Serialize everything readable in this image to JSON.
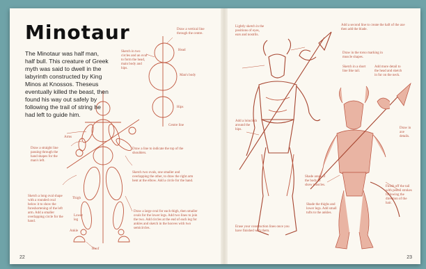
{
  "title": "Minotaur",
  "intro": "The Minotaur was half man, half bull. This creature of Greek myth was said to dwell in the labyrinth constructed by King Minos at Knossos. Theseus eventually killed the beast, then found his way out safely by following the trail of string he had left to guide him.",
  "labels": {
    "arms": "Arms",
    "head": "Head",
    "mans_body": "Man's body",
    "hips": "Hips",
    "centre_line": "Centre line",
    "thigh": "Thigh",
    "lower_leg": "Lower leg",
    "ankle": "Ankle",
    "hoof": "Hoof"
  },
  "notes": {
    "vertical_line": "Draw a vertical line through the centre.",
    "circles": "Sketch in two circles and an oval to form the head, main body and hips.",
    "straight_line": "Draw a straight line passing through the hand shapes for the man's left.",
    "shoulders": "Draw a line to indicate the top of the shoulders.",
    "arms_ovals": "Sketch two ovals, one smaller and overlapping the other, to draw the right arm bent at the elbow. Add a circle for the hand.",
    "long_oval": "Sketch a long oval shape with a rounded oval below it to show the foreshortening of the left arm. Add a smaller overlapping circle for the hand.",
    "thigh_oval": "Draw a large oval for each thigh, then smaller ovals for the lower legs. Add two lines to join the two. Add circles at the end of each leg for ankles and sketch in the hooves with two semicircles.",
    "lightly_sketch": "Lightly sketch in the positions of eyes, ears and nostrils.",
    "second_line": "Add a second line to create the haft of the axe then add the blade.",
    "torso": "Draw in the torso marking in muscle shapes.",
    "tail": "Sketch in a short line like tail.",
    "more_detail": "Add more detail to the head and sketch in fur on the neck.",
    "loincloth": "Add a loincloth around the hips.",
    "shade_areas": "Shade areas of the body to show muscles.",
    "draw_detail": "Draw in axe details.",
    "finish_tail": "Finish off the tail with pencil strokes following the direction of the hair.",
    "shade_thighs": "Shade the thighs and lower legs. Add small tufts to the ankles.",
    "erase": "Erase your construction lines once you have finished with them."
  },
  "page_left": "22",
  "page_right": "23"
}
